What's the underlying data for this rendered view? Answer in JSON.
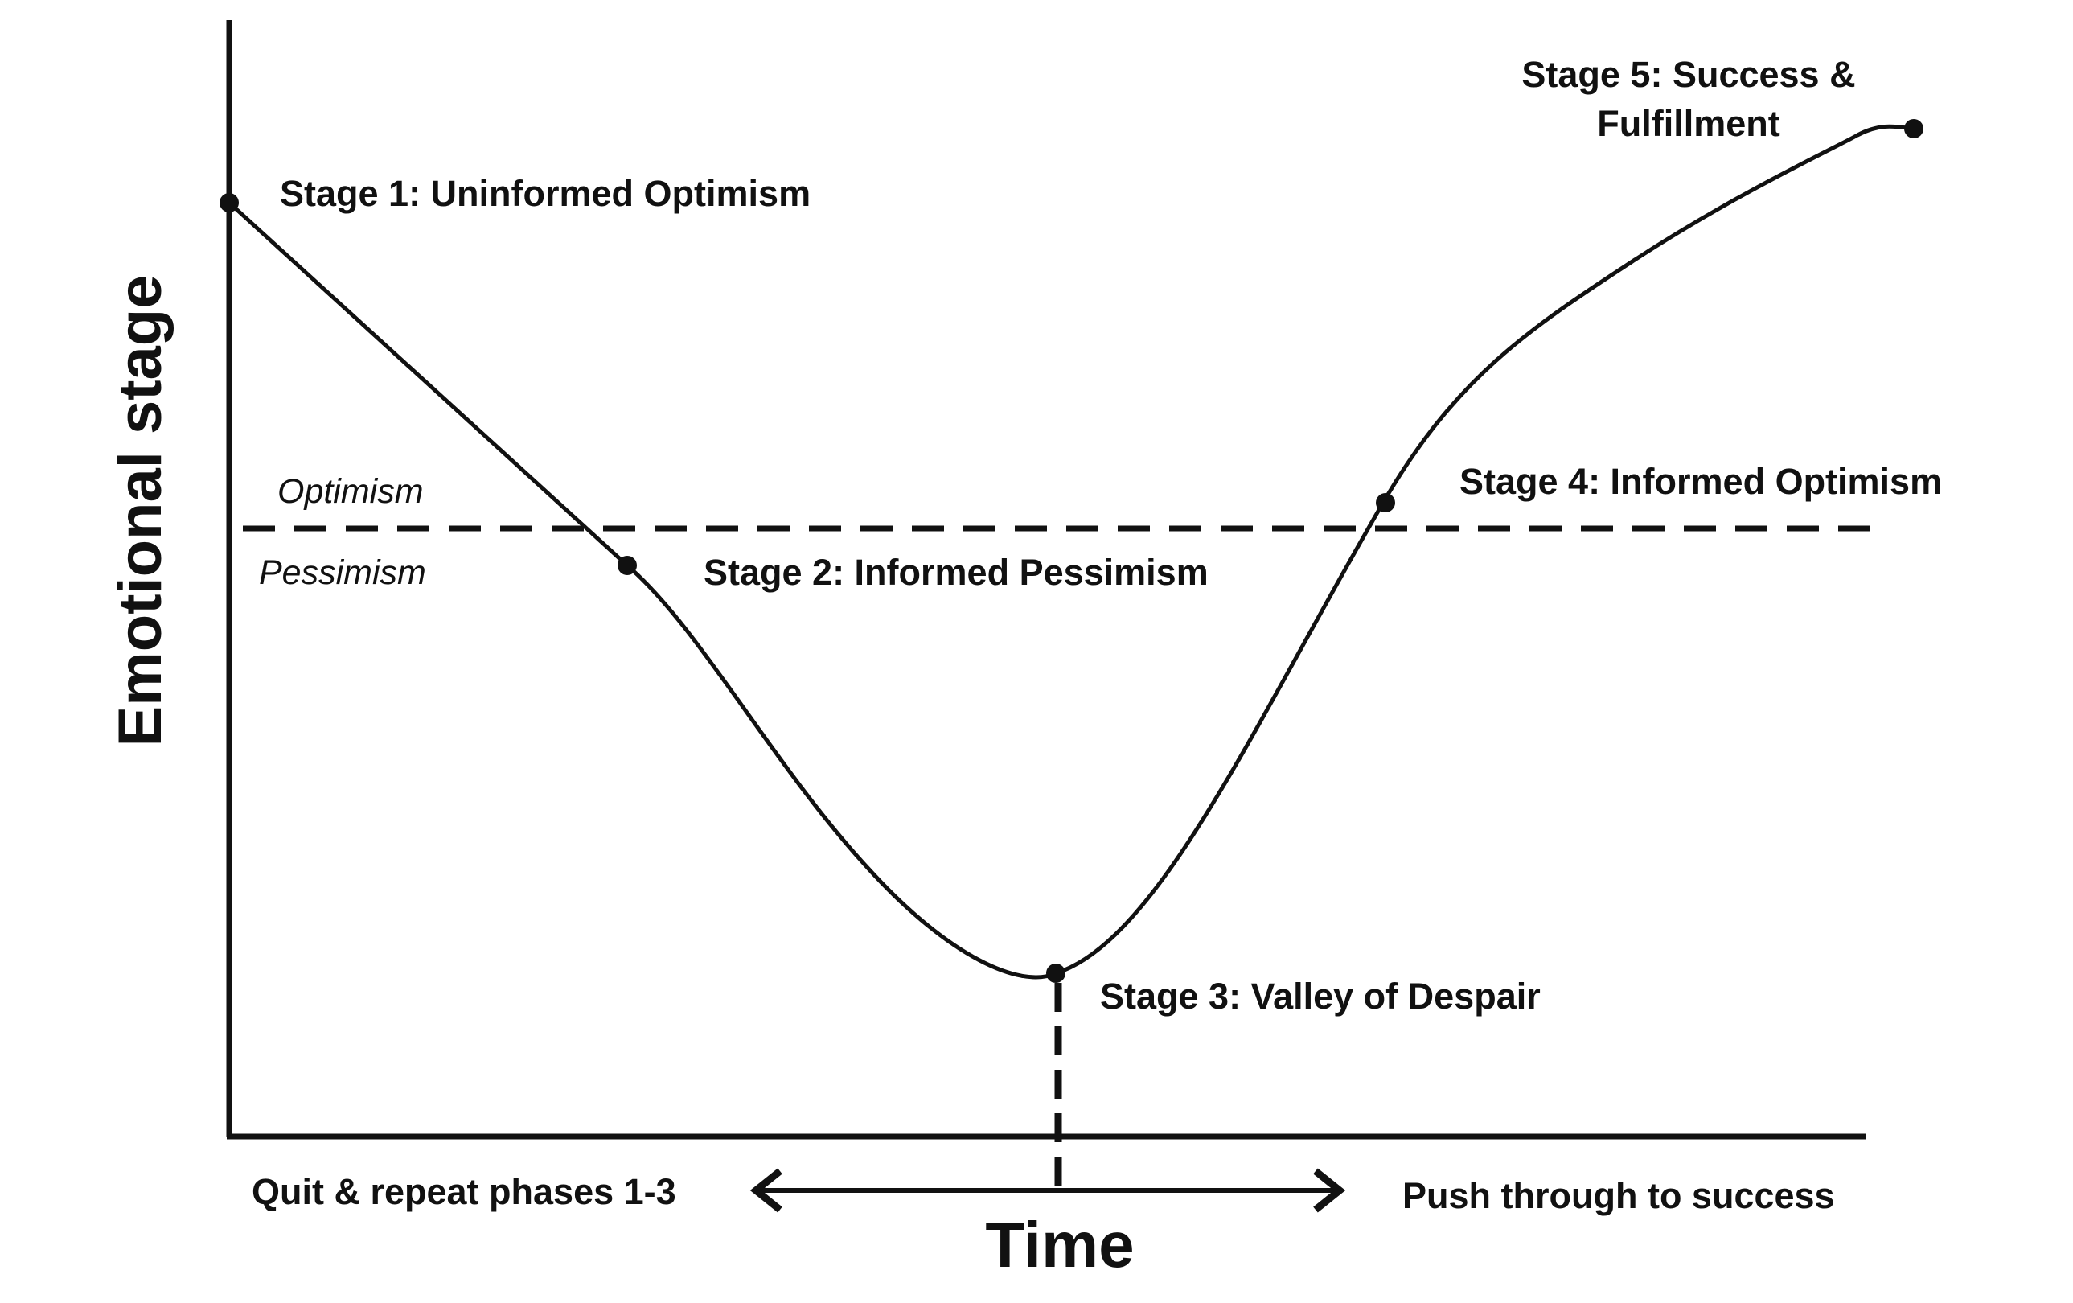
{
  "axes": {
    "y_title": "Emotional stage",
    "x_title": "Time"
  },
  "zones": {
    "above": "Optimism",
    "below": "Pessimism"
  },
  "stages": [
    {
      "label": "Stage 1: Uninformed Optimism"
    },
    {
      "label": "Stage 2: Informed Pessimism"
    },
    {
      "label": "Stage 3: Valley of Despair"
    },
    {
      "label": "Stage 4: Informed Optimism"
    },
    {
      "label_line1": "Stage 5: Success &",
      "label_line2": "Fulfillment"
    }
  ],
  "outcomes": {
    "left": "Quit & repeat phases 1-3",
    "right": "Push through to success"
  }
}
